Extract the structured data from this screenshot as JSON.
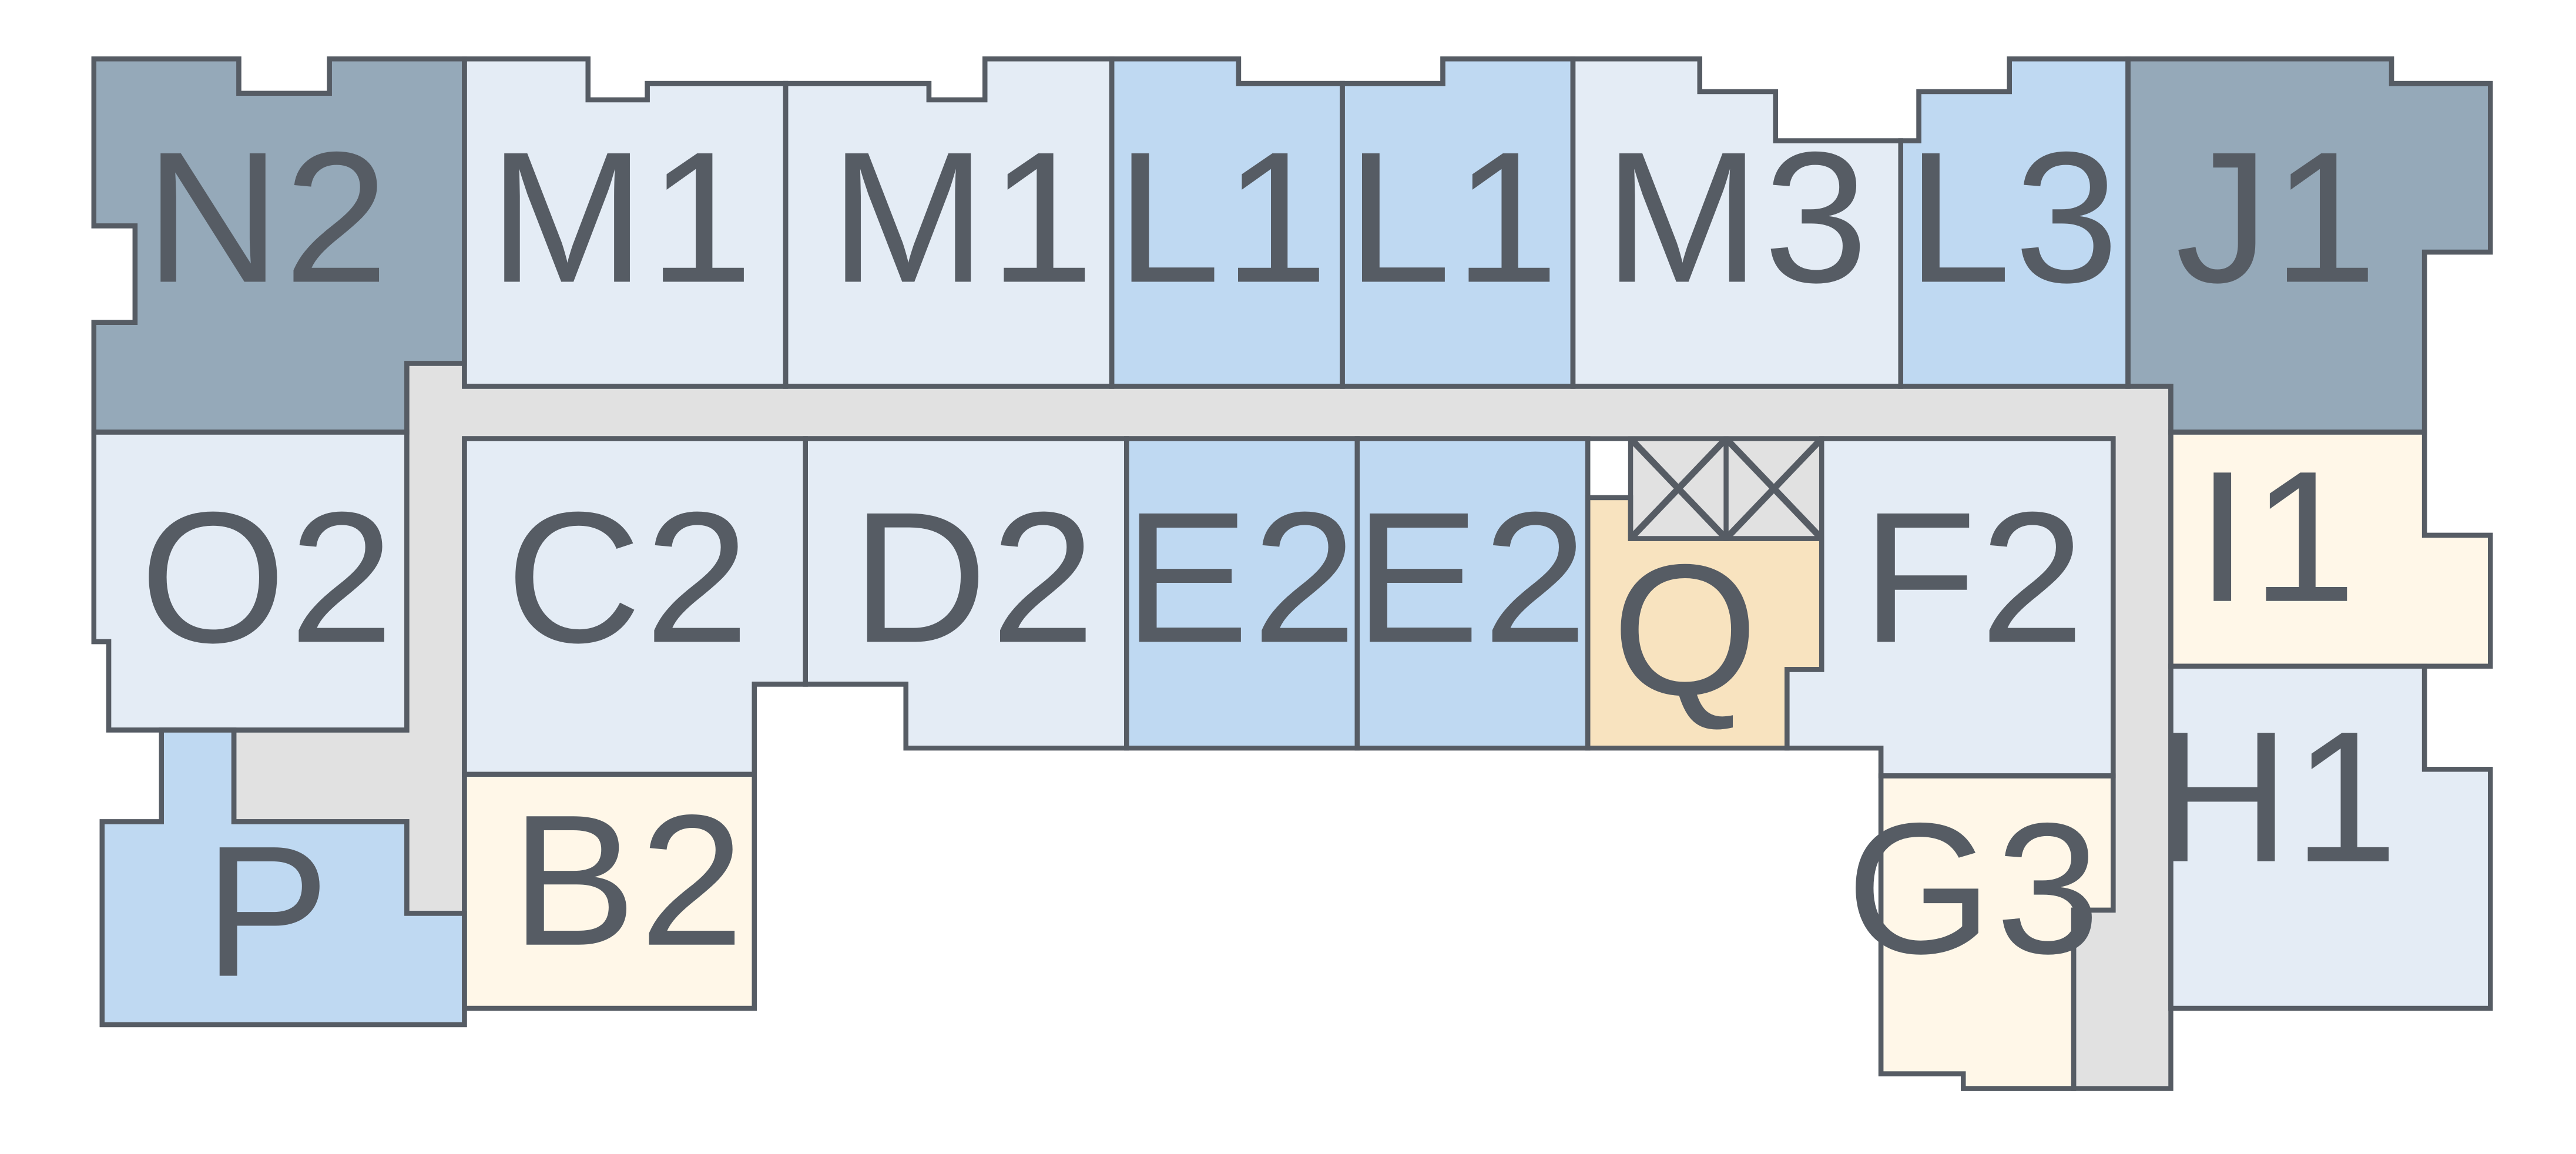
{
  "colors": {
    "corner_premium": "#95a9b9",
    "standard": "#e4ecf5",
    "featured": "#bfd9f2",
    "cream": "#fff7e8",
    "tan": "#f8e3bf",
    "corridor": "#e1e1e1",
    "outline": "#565c64"
  },
  "units": {
    "n2": {
      "label": "N2",
      "type": "corner_premium"
    },
    "m1a": {
      "label": "M1",
      "type": "standard"
    },
    "m1b": {
      "label": "M1",
      "type": "standard"
    },
    "l1a": {
      "label": "L1",
      "type": "featured"
    },
    "l1b": {
      "label": "L1",
      "type": "featured"
    },
    "m3": {
      "label": "M3",
      "type": "standard"
    },
    "l3": {
      "label": "L3",
      "type": "featured"
    },
    "j1": {
      "label": "J1",
      "type": "corner_premium"
    },
    "o2": {
      "label": "O2",
      "type": "standard"
    },
    "c2": {
      "label": "C2",
      "type": "standard"
    },
    "d2": {
      "label": "D2",
      "type": "standard"
    },
    "e2a": {
      "label": "E2",
      "type": "featured"
    },
    "e2b": {
      "label": "E2",
      "type": "featured"
    },
    "q": {
      "label": "Q",
      "type": "tan"
    },
    "f2": {
      "label": "F2",
      "type": "standard"
    },
    "i1": {
      "label": "I1",
      "type": "cream"
    },
    "p": {
      "label": "P",
      "type": "featured"
    },
    "b2": {
      "label": "B2",
      "type": "cream"
    },
    "g3": {
      "label": "G3",
      "type": "cream"
    },
    "h1": {
      "label": "H1",
      "type": "standard"
    }
  }
}
